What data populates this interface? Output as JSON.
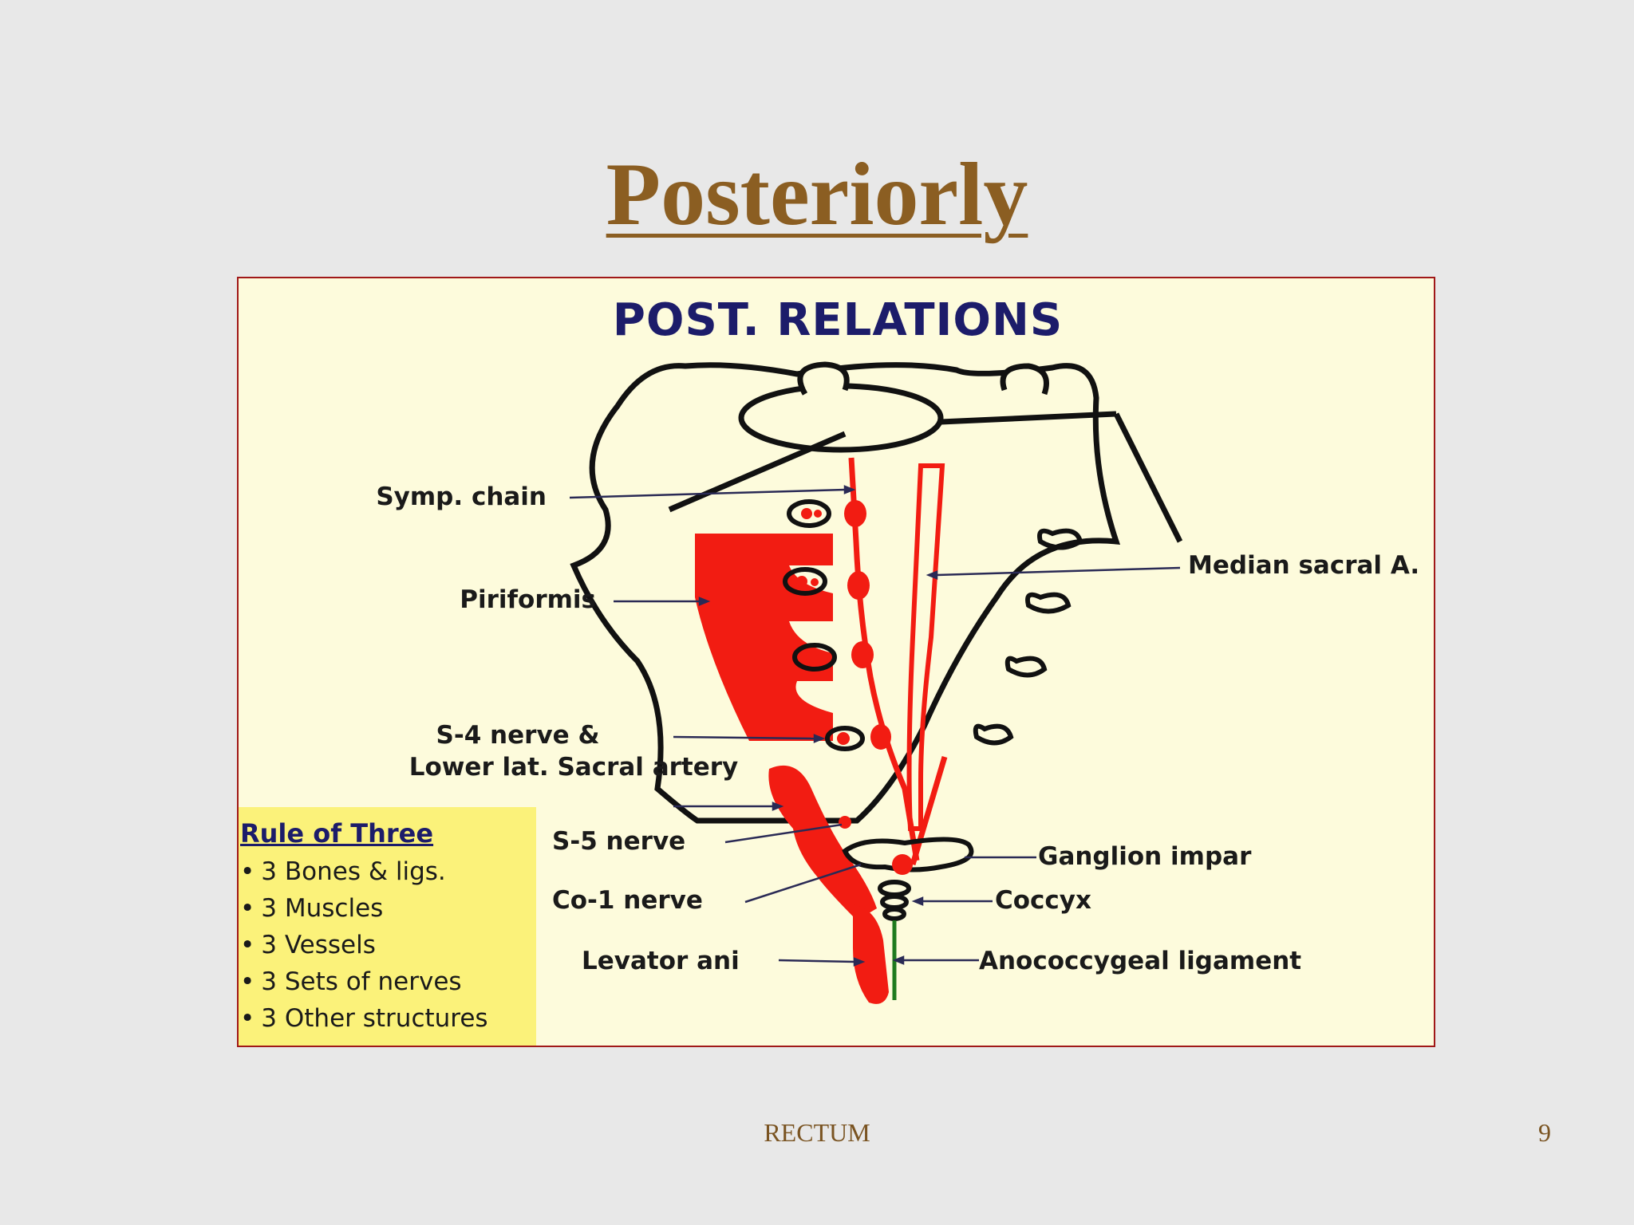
{
  "slide": {
    "title": "Posteriorly",
    "footer": "RECTUM",
    "page_number": "9"
  },
  "figure": {
    "heading": "POST. RELATIONS",
    "labels": {
      "symp_chain": "Symp. chain",
      "piriformis": "Piriformis",
      "s4_line1": "S-4 nerve &",
      "s4_line2": "Lower lat. Sacral artery",
      "s5_nerve": "S-5 nerve",
      "co1_nerve": "Co-1 nerve",
      "levator_ani": "Levator ani",
      "median_sacral": "Median sacral A.",
      "ganglion_impar": "Ganglion impar",
      "coccyx": "Coccyx",
      "anococcygeal": "Anococcygeal ligament"
    },
    "rule_box": {
      "title": "Rule of Three",
      "items": [
        "3 Bones & ligs.",
        "3 Muscles",
        "3 Vessels",
        "3 Sets of nerves",
        "3 Other structures"
      ]
    },
    "colors": {
      "muscle": "#f21c12",
      "outline": "#111111",
      "ligament": "#1e7a1e",
      "pointer": "#2a2a55"
    }
  }
}
